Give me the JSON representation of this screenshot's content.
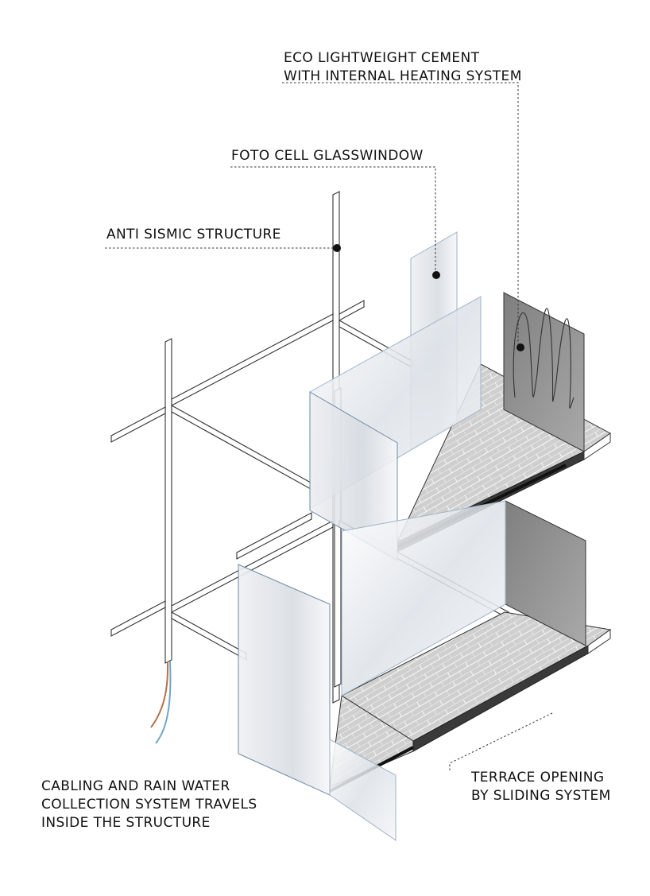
{
  "annotations": {
    "eco_cement": [
      "ECO LIGHTWEIGHT CEMENT",
      "WITH INTERNAL HEATING SYSTEM"
    ],
    "foto_cell": [
      "FOTO CELL GLASSWINDOW"
    ],
    "anti_sismic": [
      "ANTI SISMIC STRUCTURE"
    ],
    "cabling": [
      "CABLING AND RAIN WATER",
      "COLLECTION SYSTEM TRAVELS",
      "INSIDE THE STRUCTURE"
    ],
    "terrace": [
      "TERRACE OPENING",
      "BY SLIDING SYSTEM"
    ]
  },
  "colors": {
    "ink": "#111111",
    "line": "#333333",
    "frame_fill": "#ffffff",
    "glass_fill": "#e4e8ee",
    "glass_edge": "#9fb3c8",
    "cement_panel": "#9a9a9a",
    "floor_fill": "#c9c9c9",
    "cable_copper": "#b8704a",
    "cable_blue": "#6fa6c8"
  }
}
